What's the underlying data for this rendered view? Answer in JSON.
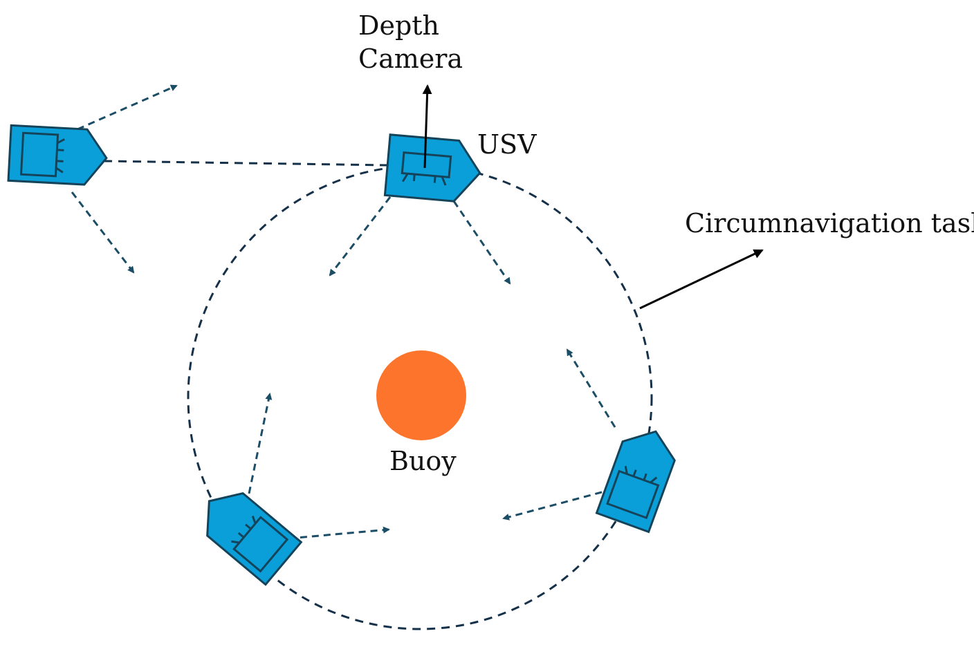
{
  "labels": {
    "depth_camera_line1": "Depth",
    "depth_camera_line2": "Camera",
    "usv": "USV",
    "circumnavigation_task": "Circumnavigation task",
    "buoy": "Buoy"
  },
  "colors": {
    "boat_fill": "#0a9fd8",
    "boat_stroke": "#15445a",
    "buoy": "#fd742c",
    "dashed_path": "#15314a",
    "motion_arrows": "#1b4d66",
    "callout_arrows": "#000000"
  }
}
